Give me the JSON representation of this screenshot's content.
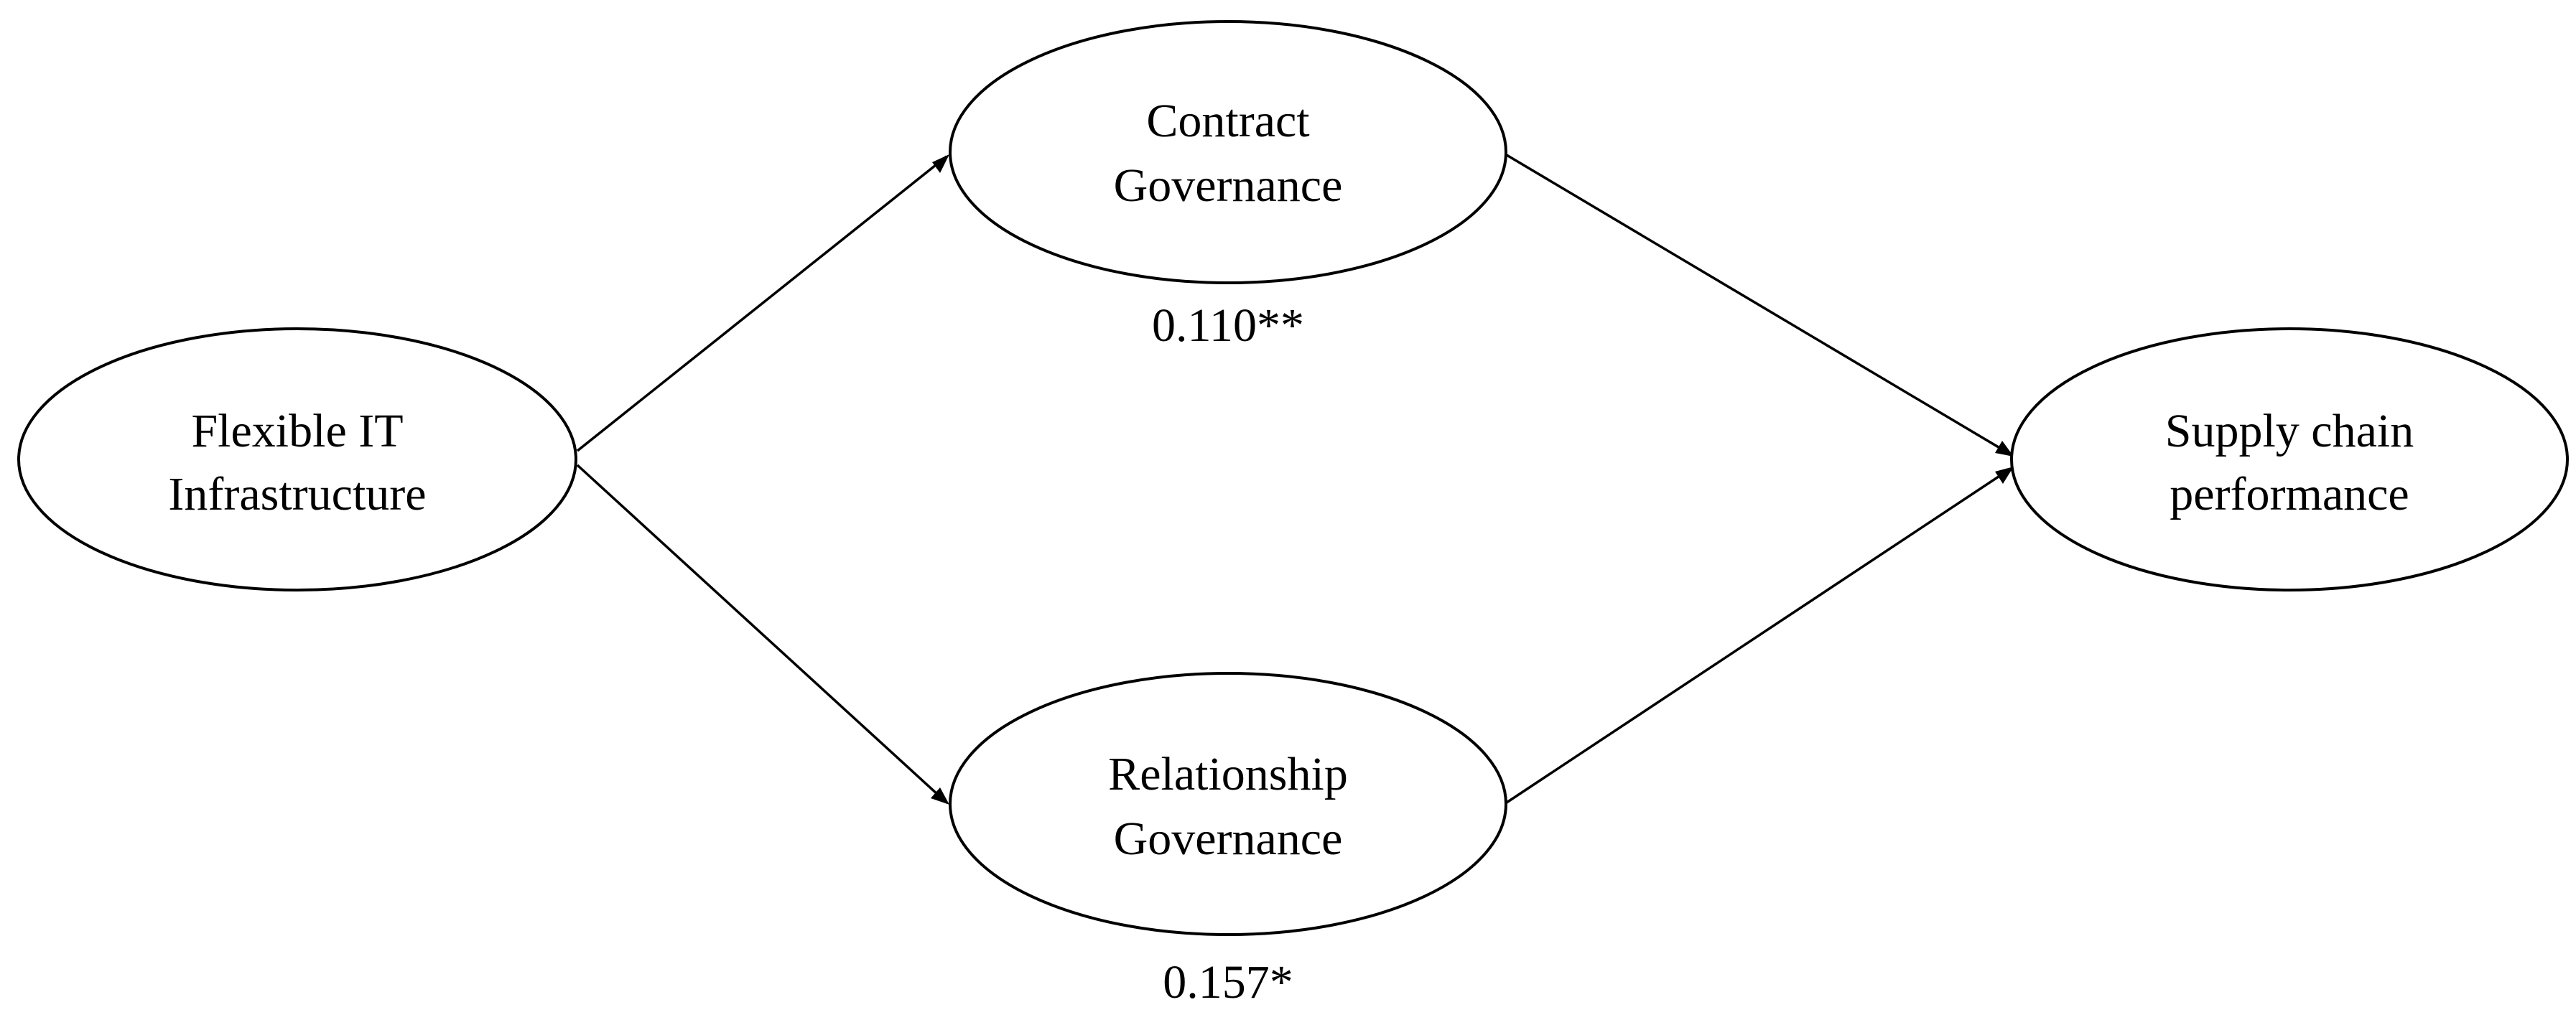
{
  "nodes": {
    "flexible_it": {
      "line1": "Flexible IT",
      "line2": "Infrastructure"
    },
    "contract": {
      "line1": "Contract",
      "line2": "Governance"
    },
    "relationship": {
      "line1": "Relationship",
      "line2": "Governance"
    },
    "supply_chain": {
      "line1": "Supply chain",
      "line2": "performance"
    }
  },
  "coefficients": {
    "contract": "0.110**",
    "relationship": "0.157*"
  }
}
